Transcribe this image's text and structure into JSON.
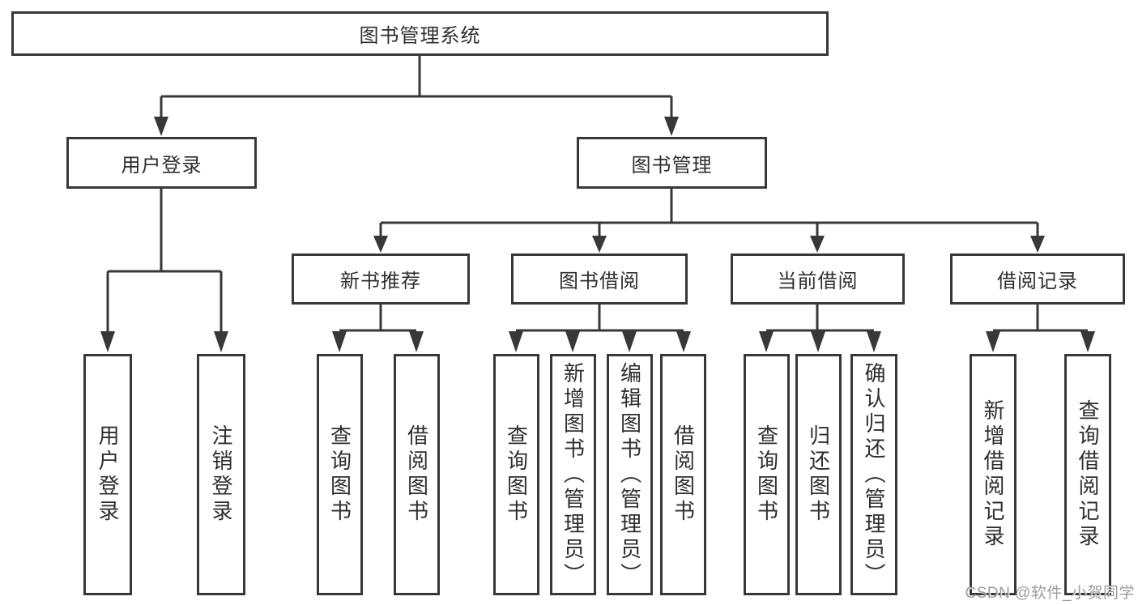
{
  "tree": {
    "root": "图书管理系统",
    "branches": [
      {
        "label": "用户登录",
        "children": [
          "用户登录",
          "注销登录"
        ]
      },
      {
        "label": "图书管理",
        "groups": [
          {
            "label": "新书推荐",
            "children": [
              "查询图书",
              "借阅图书"
            ]
          },
          {
            "label": "图书借阅",
            "children": [
              "查询图书",
              "新增图书（管理员）",
              "编辑图书（管理员）",
              "借阅图书"
            ]
          },
          {
            "label": "当前借阅",
            "children": [
              "查询图书",
              "归还图书",
              "确认归还（管理员）"
            ]
          },
          {
            "label": "借阅记录",
            "children": [
              "新增借阅记录",
              "查询借阅记录"
            ]
          }
        ]
      }
    ]
  },
  "watermark": {
    "text": "CSDN @软件_小贺同学"
  },
  "colors": {
    "line": "#383838",
    "box_border": "#383838",
    "text": "#2e2e2e",
    "background": "#ffffff",
    "watermark": "#9c9c9c"
  }
}
